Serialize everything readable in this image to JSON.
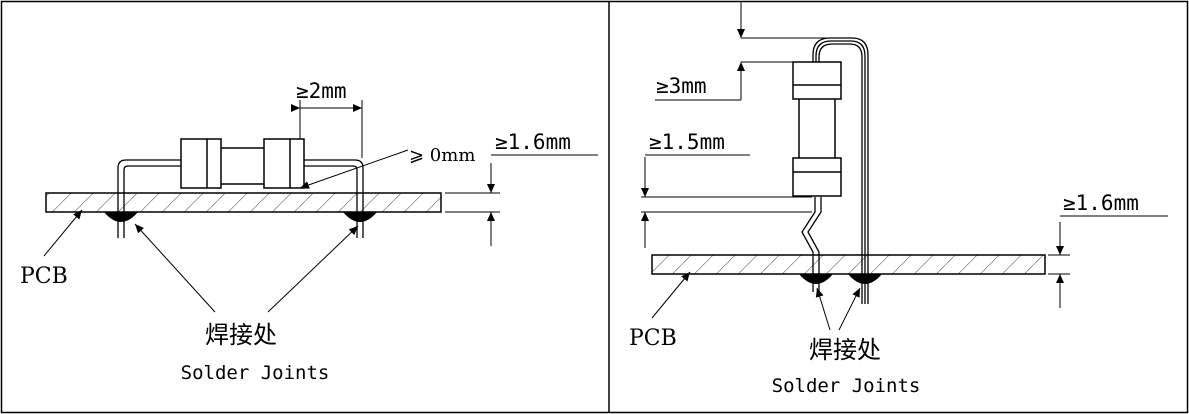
{
  "left_panel": {
    "dim_gap_lead": "≥2mm",
    "dim_body_clearance": "⩾ 0mm",
    "dim_lead_height": "≥1.6mm",
    "pcb_label": "PCB",
    "joint_label_cn": "焊接处",
    "joint_label_en": "Solder Joints"
  },
  "right_panel": {
    "dim_top": "≥3mm",
    "dim_mid": "≥1.5mm",
    "dim_lead_height": "≥1.6mm",
    "pcb_label": "PCB",
    "joint_label_cn": "焊接处",
    "joint_label_en": "Solder Joints"
  }
}
